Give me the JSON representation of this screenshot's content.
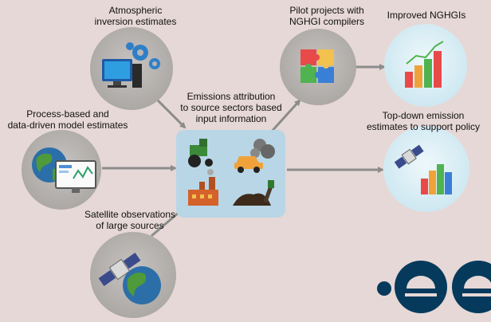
{
  "colors": {
    "background": "#e6d8d6",
    "input_circle": "#b9b5b2",
    "output_circle": "#d7edf5",
    "center_box": "#b8d6e6",
    "arrow": "#8c8c8c",
    "logo": "#053a5c"
  },
  "labels": {
    "atmospheric": "Atmospheric\ninversion estimates",
    "process_based": "Process-based and\ndata-driven model estimates",
    "satellite": "Satellite observations\nof large sources",
    "attribution": "Emissions attribution\nto source sectors based\ninput information",
    "pilot": "Pilot projects with\nNGHGI compilers",
    "improved": "Improved NGHGIs",
    "topdown": "Top-down emission\nestimates to support policy"
  },
  "icons": {
    "atmospheric": "computer-gears-icon",
    "process_based": "globe-monitor-icon",
    "satellite": "satellite-globe-icon",
    "tractor": "tractor-icon",
    "car": "car-smoke-icon",
    "factory": "factory-icon",
    "soil": "soil-shovel-icon",
    "pilot": "puzzle-icon",
    "improved": "bar-chart-icon",
    "topdown": "satellite-chart-icon"
  },
  "logo": "esa-logo"
}
